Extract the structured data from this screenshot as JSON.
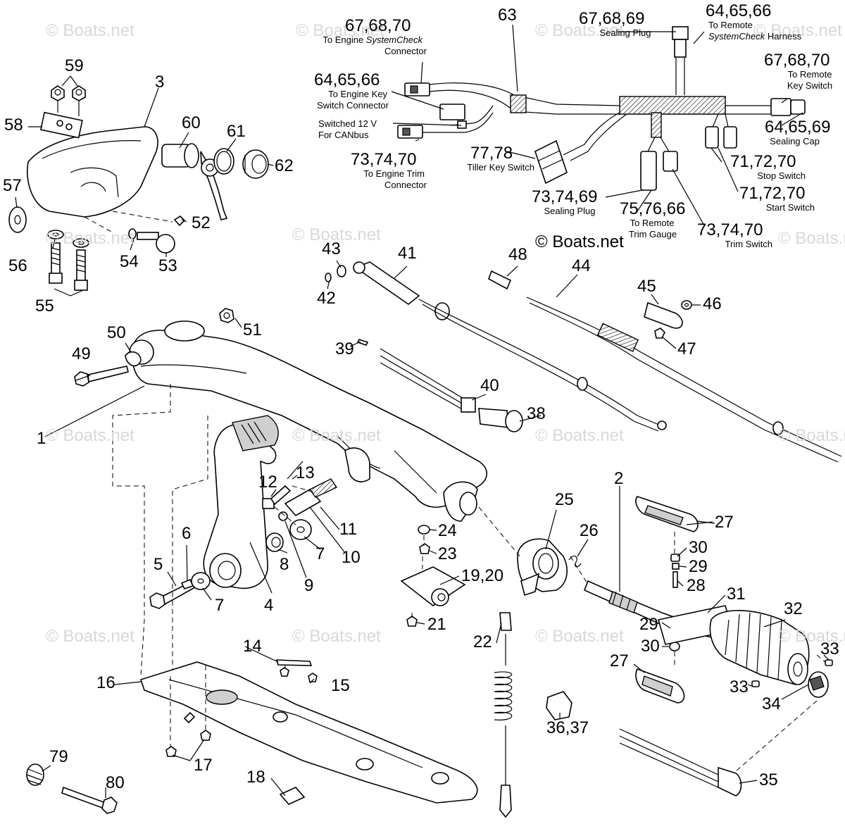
{
  "watermark": "© Boats.net",
  "copyright": "© Boats.net",
  "parts": {
    "p1": "1",
    "p2": "2",
    "p3": "3",
    "p4": "4",
    "p5": "5",
    "p6": "6",
    "p7a": "7",
    "p7b": "7",
    "p8": "8",
    "p9": "9",
    "p10": "10",
    "p11": "11",
    "p12": "12",
    "p13": "13",
    "p14": "14",
    "p15": "15",
    "p16": "16",
    "p17": "17",
    "p18": "18",
    "p19_20": "19,20",
    "p21": "21",
    "p22": "22",
    "p23": "23",
    "p24": "24",
    "p25": "25",
    "p26": "26",
    "p27a": "27",
    "p27b": "27",
    "p28": "28",
    "p29a": "29",
    "p29b": "29",
    "p30a": "30",
    "p30b": "30",
    "p31": "31",
    "p32": "32",
    "p33a": "33",
    "p33b": "33",
    "p34": "34",
    "p35": "35",
    "p36_37": "36,37",
    "p38": "38",
    "p39": "39",
    "p40": "40",
    "p41": "41",
    "p42": "42",
    "p43": "43",
    "p44": "44",
    "p45": "45",
    "p46": "46",
    "p47": "47",
    "p48": "48",
    "p49": "49",
    "p50": "50",
    "p51": "51",
    "p52": "52",
    "p53": "53",
    "p54": "54",
    "p55": "55",
    "p56": "56",
    "p57": "57",
    "p58": "58",
    "p59": "59",
    "p60": "60",
    "p61": "61",
    "p62": "62",
    "p63": "63",
    "p79": "79",
    "p80": "80"
  },
  "callouts": {
    "engine_systemcheck": {
      "num": "67,68,70",
      "line1": "To Engine ",
      "italic": "SystemCheck",
      "line2": "Connector"
    },
    "engine_key_switch": {
      "num": "64,65,66",
      "line1": "To Engine Key",
      "line2": "Switch Connector"
    },
    "switched_12v": {
      "line1": "Switched 12 V",
      "line2": "For CANbus"
    },
    "engine_trim": {
      "num": "73,74,70",
      "line1": "To Engine Trim",
      "line2": "Connector"
    },
    "sealing_plug_top": {
      "num": "67,68,69",
      "line1": "Sealing Plug"
    },
    "remote_systemcheck": {
      "num": "64,65,66",
      "line1": "To Remote",
      "italic": "SystemCheck",
      "line2": " Harness"
    },
    "remote_key_switch": {
      "num": "67,68,70",
      "line1": "To Remote",
      "line2": "Key Switch"
    },
    "sealing_cap": {
      "num": "64,65,69",
      "line1": "Sealing Cap"
    },
    "tiller_key_switch": {
      "num": "77,78",
      "line1": "Tiller Key Switch"
    },
    "stop_switch": {
      "num": "71,72,70",
      "line1": "Stop Switch"
    },
    "start_switch": {
      "num": "71,72,70",
      "line1": "Start Switch"
    },
    "sealing_plug_mid": {
      "num": "73,74,69",
      "line1": "Sealing Plug"
    },
    "remote_trim_gauge": {
      "num": "75,76,66",
      "line1": "To Remote",
      "line2": "Trim Gauge"
    },
    "trim_switch": {
      "num": "73,74,70",
      "line1": "Trim Switch"
    }
  }
}
